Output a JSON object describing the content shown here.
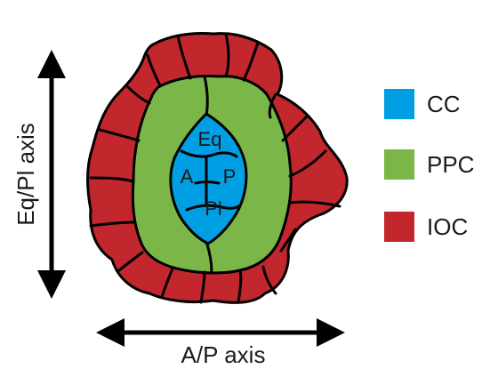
{
  "axes": {
    "vertical_label": "Eq/Pl axis",
    "horizontal_label": "A/P axis"
  },
  "central_cell_labels": {
    "top": "Eq",
    "left": "A",
    "right": "P",
    "bottom": "Pl"
  },
  "legend": [
    {
      "label": "CC",
      "color": "#009fe3"
    },
    {
      "label": "PPC",
      "color": "#7ab648"
    },
    {
      "label": "IOC",
      "color": "#c1272d"
    }
  ],
  "colors": {
    "ioc": "#c1272d",
    "ppc": "#7ab648",
    "cc": "#009fe3",
    "outline": "#000000"
  }
}
